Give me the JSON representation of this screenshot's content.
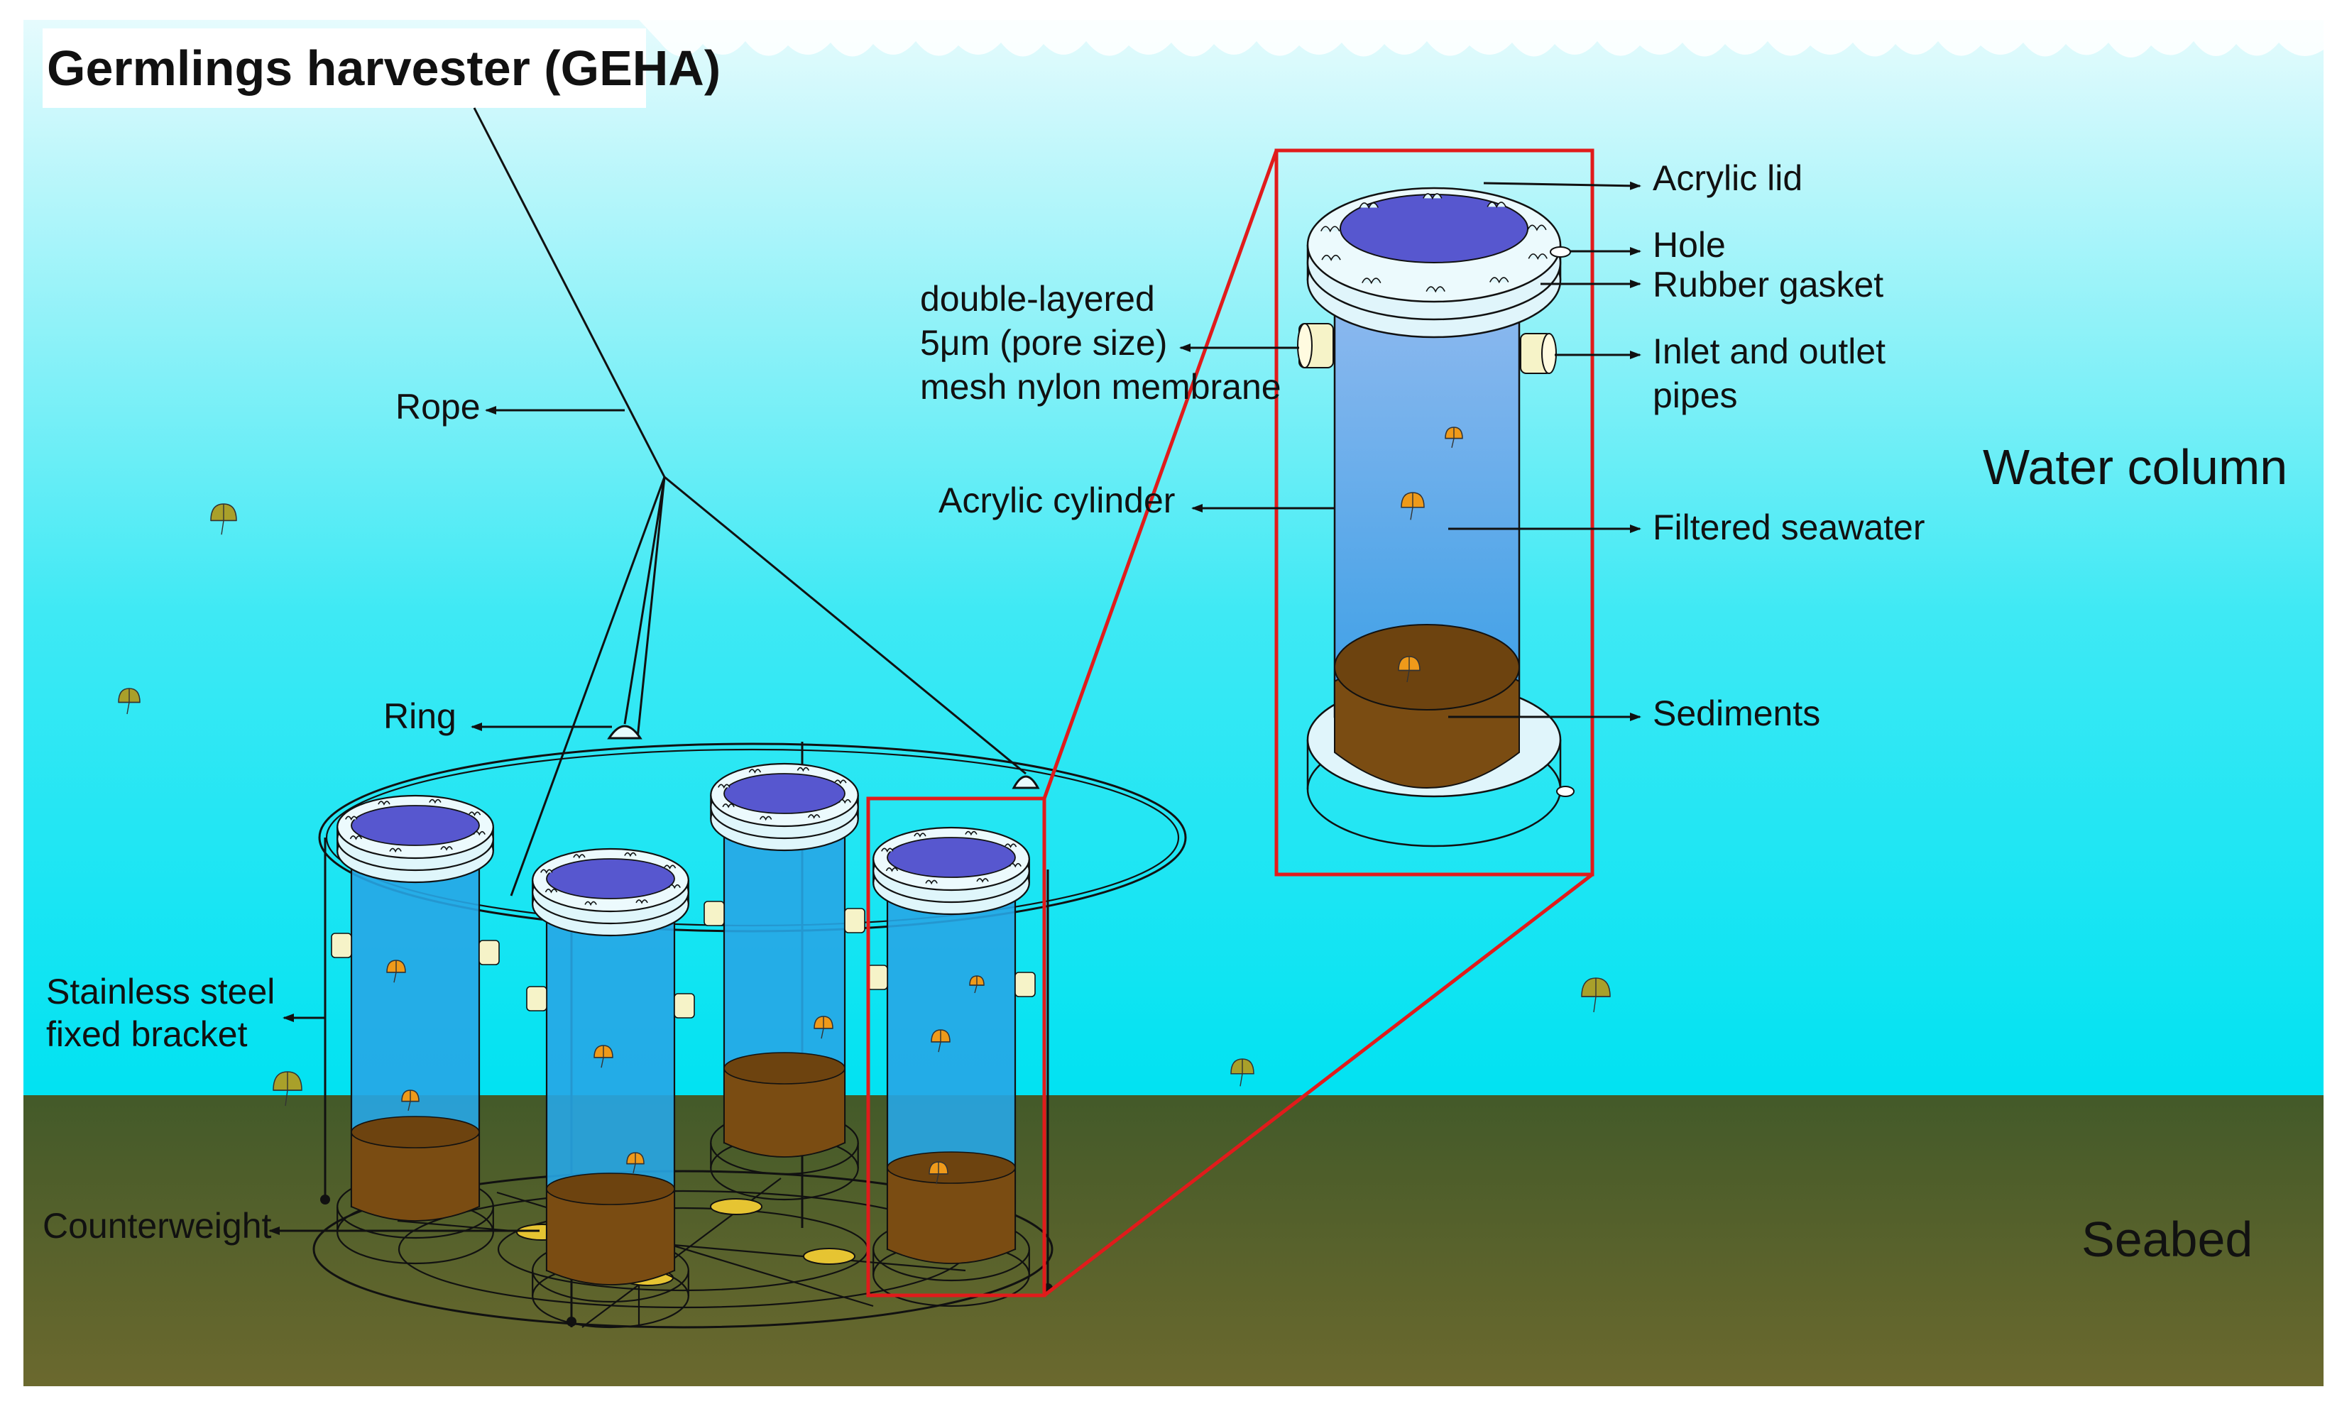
{
  "title": "Germlings harvester (GEHA)",
  "zones": {
    "water": "Water column",
    "seabed": "Seabed"
  },
  "labels": {
    "rope": "Rope",
    "ring": "Ring",
    "bracket_line1": "Stainless steel",
    "bracket_line2": "fixed bracket",
    "counterweight": "Counterweight",
    "membrane_line1": "double-layered",
    "membrane_line2": "5μm (pore size)",
    "membrane_line3": "mesh nylon membrane",
    "acrylic_cylinder": "Acrylic cylinder",
    "acrylic_lid": "Acrylic lid",
    "hole": "Hole",
    "rubber_gasket": "Rubber gasket",
    "pipes_line1": "Inlet and outlet",
    "pipes_line2": "pipes",
    "filtered_seawater": "Filtered seawater",
    "sediments": "Sediments"
  },
  "colors": {
    "sky_top": "#ffffff",
    "water_top": "#d8f8fb",
    "water_bottom": "#00e3f3",
    "seabed_top": "#445a2a",
    "seabed_bottom": "#6e6a2e",
    "lid": "#5757cf",
    "cylinder": "#27a6e6",
    "sediment": "#7a4c12",
    "callout": "#e11b1b",
    "germling": "#ef9a1a"
  }
}
